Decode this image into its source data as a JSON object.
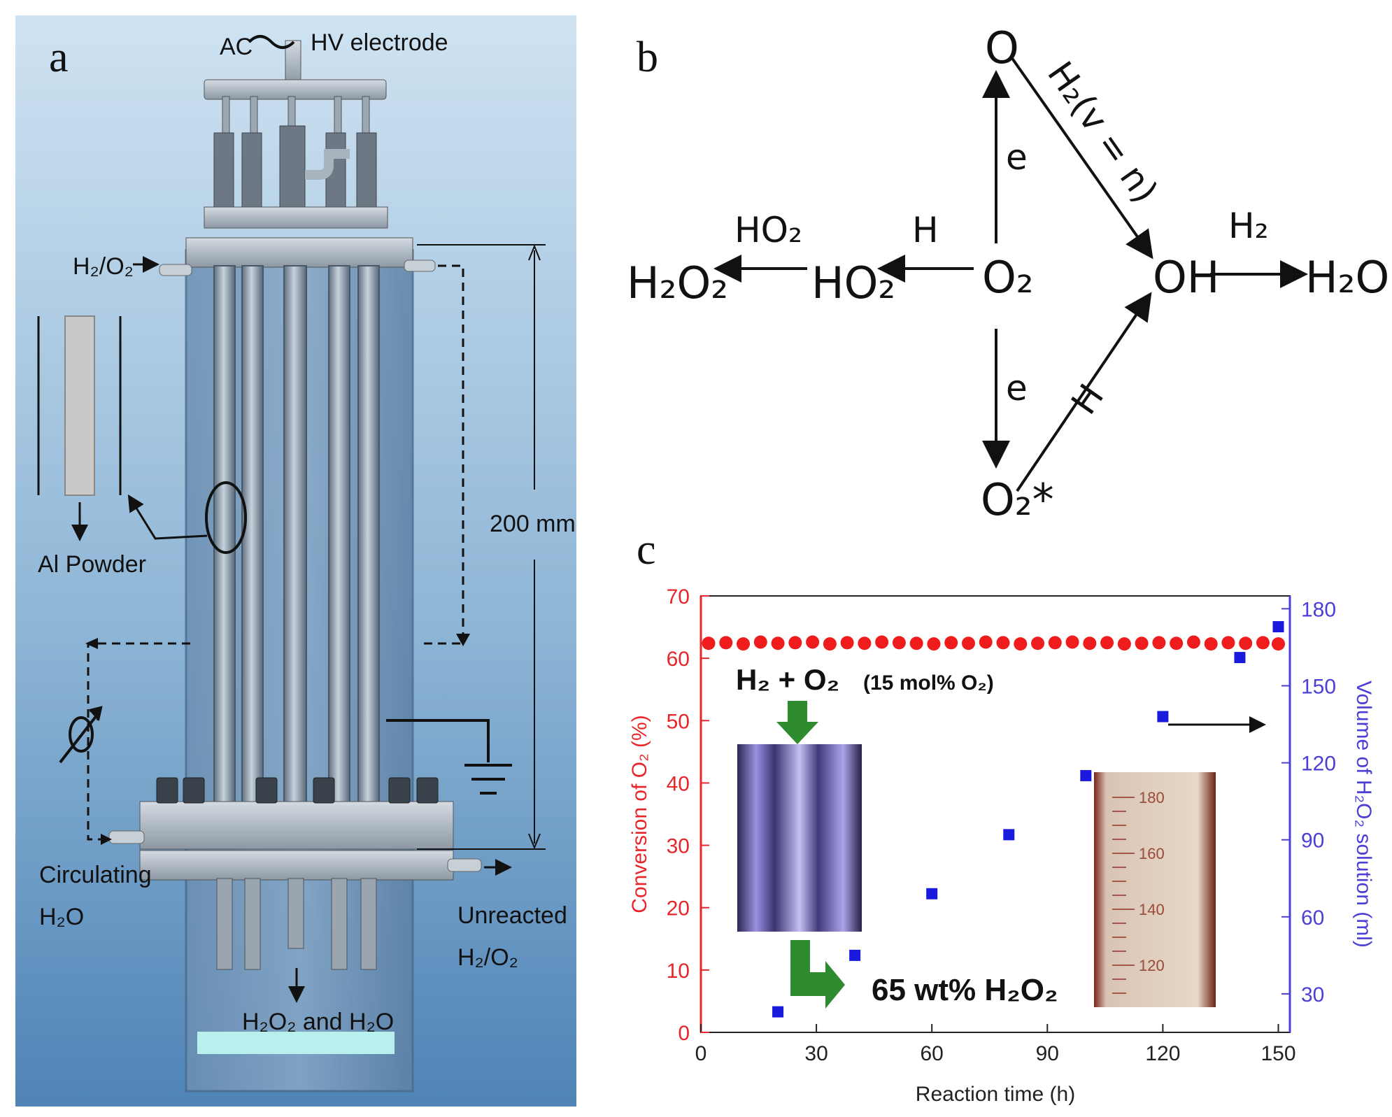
{
  "panel_a": {
    "letter": "a",
    "ac": "AC",
    "hv_electrode": "HV electrode",
    "inlet": "H₂/O₂",
    "al_powder": "Al Powder",
    "dimension": "200 mm",
    "circulating": "Circulating",
    "water": "H₂O",
    "unreacted": "Unreacted",
    "unreacted_gas": "H₂/O₂",
    "product": "H₂O₂ and H₂O"
  },
  "panel_b": {
    "letter": "b",
    "species": {
      "o": "O",
      "o2": "O₂",
      "o2_star": "O₂*",
      "oh": "OH",
      "h2o": "H₂O",
      "ho2": "HO₂",
      "h2o2": "H₂O₂"
    },
    "arrow_labels": {
      "e_up": "e",
      "e_down": "e",
      "h2_vib": "H₂(v = n)",
      "h_lower": "H",
      "h2": "H₂",
      "h_left": "H",
      "ho2": "HO₂"
    }
  },
  "panel_c": {
    "letter": "c",
    "annotation_feed": "H₂ + O₂",
    "annotation_feed_detail": "(15 mol% O₂)",
    "annotation_product": "65 wt% H₂O₂",
    "cylinder_marks": [
      "180",
      "160",
      "140",
      "120"
    ]
  },
  "chart_data": {
    "type": "scatter",
    "xlabel": "Reaction time (h)",
    "ylabel_left": "Conversion of O₂ (%)",
    "ylabel_right": "Volume of H₂O₂ solution (ml)",
    "xlim": [
      0,
      153
    ],
    "ylim_left": [
      0,
      70
    ],
    "ylim_right": [
      15,
      185
    ],
    "x_ticks": [
      0,
      30,
      60,
      90,
      120,
      150
    ],
    "y_ticks_left": [
      0,
      10,
      20,
      30,
      40,
      50,
      60,
      70
    ],
    "y_ticks_right": [
      30,
      60,
      90,
      120,
      150,
      180
    ],
    "series": [
      {
        "axis": "left",
        "color": "#ee1c1c",
        "marker": "circle",
        "x": [
          2,
          6.5,
          11,
          15.5,
          20,
          24.5,
          29,
          33.5,
          38,
          42.5,
          47,
          51.5,
          56,
          60.5,
          65,
          69.5,
          74,
          78.5,
          83,
          87.5,
          92,
          96.5,
          101,
          105.5,
          110,
          114.5,
          119,
          123.5,
          128,
          132.5,
          137,
          141.5,
          146,
          150
        ],
        "y": [
          62.4,
          62.5,
          62.3,
          62.6,
          62.4,
          62.5,
          62.6,
          62.3,
          62.5,
          62.4,
          62.6,
          62.5,
          62.4,
          62.3,
          62.5,
          62.4,
          62.6,
          62.5,
          62.3,
          62.4,
          62.5,
          62.6,
          62.4,
          62.5,
          62.3,
          62.4,
          62.5,
          62.4,
          62.6,
          62.3,
          62.5,
          62.4,
          62.5,
          62.3
        ]
      },
      {
        "axis": "right",
        "color": "#1a1adf",
        "marker": "square",
        "x": [
          20,
          40,
          60,
          80,
          100,
          120,
          140,
          150
        ],
        "y": [
          23,
          45,
          69,
          92,
          115,
          138,
          161,
          173
        ]
      }
    ]
  }
}
